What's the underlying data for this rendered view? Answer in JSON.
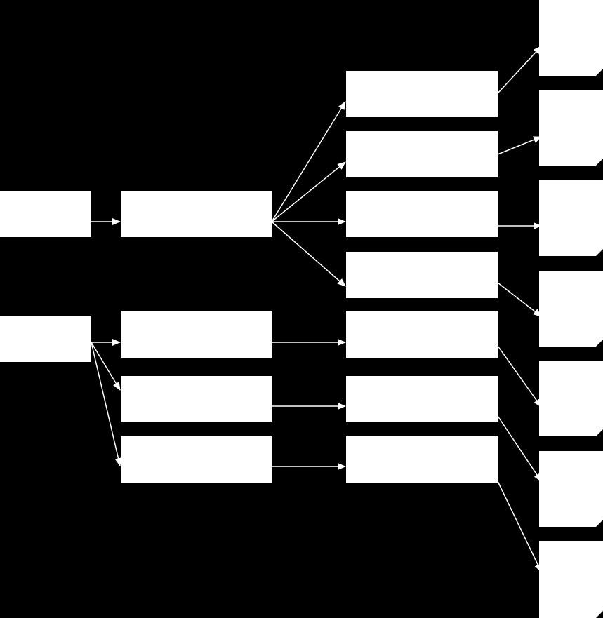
{
  "diagram": {
    "background_color": "#000000",
    "node_color": "#ffffff",
    "edge_color": "#ffffff",
    "nodes": [
      {
        "id": "source-1",
        "shape": "rect",
        "label": ""
      },
      {
        "id": "source-2",
        "shape": "rect",
        "label": ""
      },
      {
        "id": "stage1-a",
        "shape": "rect",
        "label": ""
      },
      {
        "id": "stage1-b",
        "shape": "rect",
        "label": ""
      },
      {
        "id": "stage1-c",
        "shape": "rect",
        "label": ""
      },
      {
        "id": "stage1-d",
        "shape": "rect",
        "label": ""
      },
      {
        "id": "stage2-1",
        "shape": "rect",
        "label": ""
      },
      {
        "id": "stage2-2",
        "shape": "rect",
        "label": ""
      },
      {
        "id": "stage2-3",
        "shape": "rect",
        "label": ""
      },
      {
        "id": "stage2-4",
        "shape": "rect",
        "label": ""
      },
      {
        "id": "stage2-5",
        "shape": "rect",
        "label": ""
      },
      {
        "id": "stage2-6",
        "shape": "rect",
        "label": ""
      },
      {
        "id": "stage2-7",
        "shape": "rect",
        "label": ""
      },
      {
        "id": "output-1",
        "shape": "document",
        "label": ""
      },
      {
        "id": "output-2",
        "shape": "document",
        "label": ""
      },
      {
        "id": "output-3",
        "shape": "document",
        "label": ""
      },
      {
        "id": "output-4",
        "shape": "document",
        "label": ""
      },
      {
        "id": "output-5",
        "shape": "document",
        "label": ""
      },
      {
        "id": "output-6",
        "shape": "document",
        "label": ""
      },
      {
        "id": "output-7",
        "shape": "document",
        "label": ""
      }
    ],
    "edges": [
      {
        "from": "source-1",
        "to": "stage1-a"
      },
      {
        "from": "stage1-a",
        "to": "stage2-1"
      },
      {
        "from": "stage1-a",
        "to": "stage2-2"
      },
      {
        "from": "stage1-a",
        "to": "stage2-3"
      },
      {
        "from": "stage1-a",
        "to": "stage2-4"
      },
      {
        "from": "source-2",
        "to": "stage1-b"
      },
      {
        "from": "source-2",
        "to": "stage1-c"
      },
      {
        "from": "source-2",
        "to": "stage1-d"
      },
      {
        "from": "stage1-b",
        "to": "stage2-5"
      },
      {
        "from": "stage1-c",
        "to": "stage2-6"
      },
      {
        "from": "stage1-d",
        "to": "stage2-7"
      },
      {
        "from": "stage2-1",
        "to": "output-1"
      },
      {
        "from": "stage2-2",
        "to": "output-2"
      },
      {
        "from": "stage2-3",
        "to": "output-3"
      },
      {
        "from": "stage2-4",
        "to": "output-4"
      },
      {
        "from": "stage2-5",
        "to": "output-5"
      },
      {
        "from": "stage2-6",
        "to": "output-6"
      },
      {
        "from": "stage2-7",
        "to": "output-7"
      }
    ]
  }
}
